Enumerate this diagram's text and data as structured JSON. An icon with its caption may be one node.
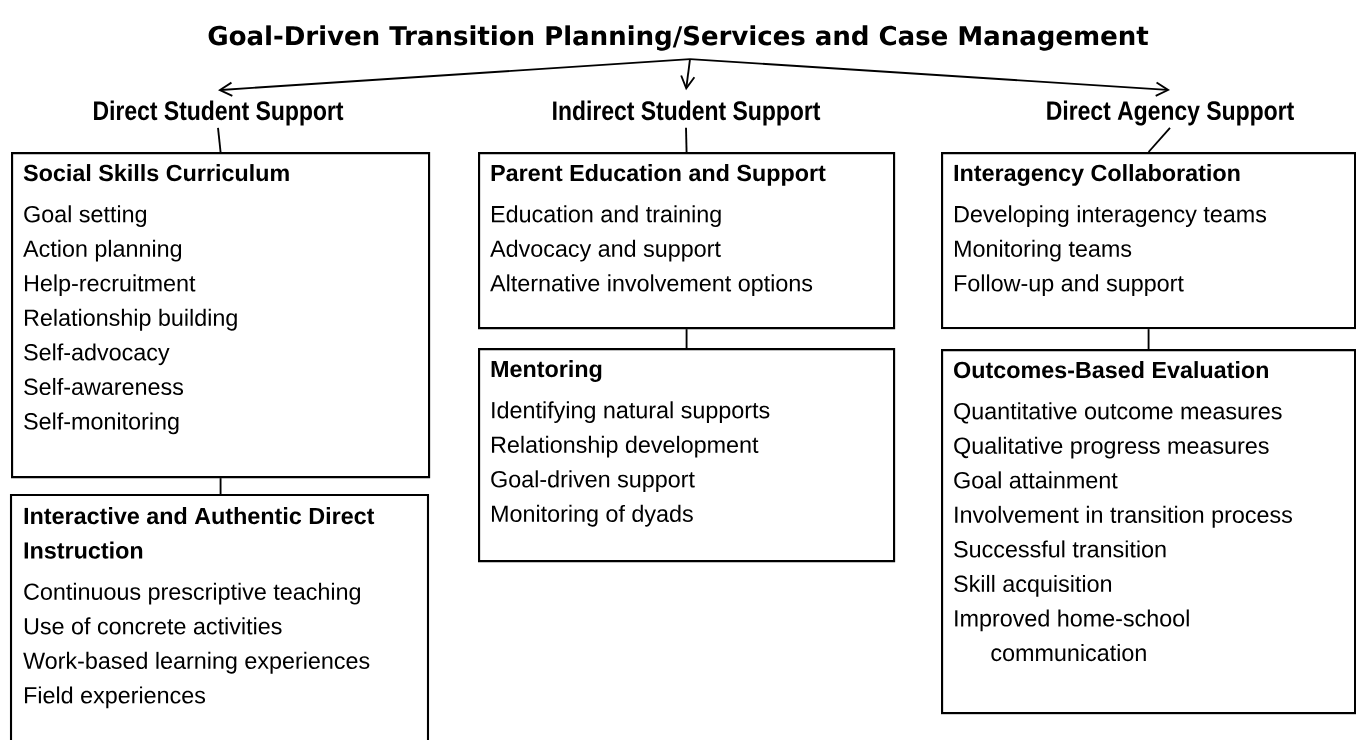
{
  "diagram": {
    "nodes": [
      {
        "text": [
          "Goal-Driven Transition Planning/Services and Case Management"
        ]
      },
      {
        "text": [
          "Direct Student Support"
        ]
      },
      {
        "text": [
          "Indirect Student Support"
        ]
      },
      {
        "text": [
          "Direct Agency Support"
        ]
      },
      {
        "text": [
          "Social Skills Curriculum",
          "Goal setting",
          "Action planning",
          "Help-recruitment",
          "Relationship building",
          "Self-advocacy",
          "Self-awareness",
          "Self-monitoring"
        ]
      },
      {
        "text": [
          "Interactive and Authentic Direct Instruction",
          "Continuous prescriptive teaching",
          "Use of concrete activities",
          "Work-based learning experiences",
          "Field experiences"
        ]
      },
      {
        "text": [
          "Parent Education and Support",
          "Education and training",
          "Advocacy and support",
          "Alternative involvement options"
        ]
      },
      {
        "text": [
          "Mentoring",
          "Identifying natural supports",
          "Relationship development",
          "Goal-driven support",
          "Monitoring of dyads"
        ]
      },
      {
        "text": [
          "Interagency Collaboration",
          "Developing interagency teams",
          "Monitoring teams",
          "Follow-up and support"
        ]
      },
      {
        "text": [
          "Outcomes-Based Evaluation",
          "Quantitative outcome measures",
          "Qualitative progress measures",
          "Goal attainment",
          "Involvement in transition process",
          "Successful transition",
          "Skill acquisition",
          "Improved home-school communication"
        ]
      }
    ],
    "edges": [
      {
        "from": 0,
        "to": 1,
        "arrow": "to"
      },
      {
        "from": 0,
        "to": 2,
        "arrow": "to"
      },
      {
        "from": 0,
        "to": 3,
        "arrow": "to"
      },
      {
        "from": 1,
        "to": 4,
        "arrow": "none"
      },
      {
        "from": 4,
        "to": 5,
        "arrow": "none"
      },
      {
        "from": 2,
        "to": 6,
        "arrow": "none"
      },
      {
        "from": 6,
        "to": 7,
        "arrow": "none"
      },
      {
        "from": 3,
        "to": 8,
        "arrow": "none"
      },
      {
        "from": 8,
        "to": 9,
        "arrow": "none"
      }
    ]
  }
}
